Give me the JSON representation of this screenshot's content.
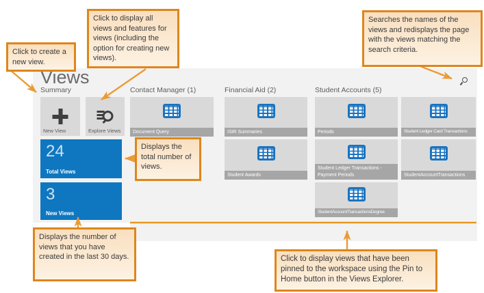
{
  "app": {
    "title": "Views",
    "summary": {
      "header": "Summary",
      "new_view_label": "New View",
      "explore_views_label": "Explore Views",
      "stats": [
        {
          "value": "24",
          "label": "Total Views"
        },
        {
          "value": "3",
          "label": "New Views"
        }
      ]
    },
    "groups": [
      {
        "header": "Contact Manager (1)",
        "tiles": [
          "Document Query"
        ]
      },
      {
        "header": "Financial Aid (2)",
        "tiles": [
          "ISIR Summaries",
          "Student Awards"
        ]
      },
      {
        "header": "Student Accounts (5)",
        "tiles": [
          "Periods",
          "Student Ledger Card Transactions",
          "Student Ledger Transactions - Payment Periods",
          "StudentAccountTransactions",
          "StudentAccountTransactionsDegree"
        ]
      }
    ],
    "icons": {
      "search": "magnifier-icon",
      "new_view": "plus-icon",
      "explore_views": "list-magnifier-icon",
      "view_tile": "table-grid-icon"
    }
  },
  "callouts": {
    "create_new_view": "Click to create a new view.",
    "explore_views": "Click to display all views and features for views (including the option for creating new views).",
    "search": "Searches the names of the views and redisplays the page with the views matching the search criteria.",
    "total_views": "Displays the total number of views.",
    "new_views": "Displays the number of views that you have created in the last 30 days.",
    "pinned_views": "Click to display views that have been pinned to the workspace using the Pin to Home button in the Views Explorer."
  },
  "colors": {
    "callout_border": "#dd861c",
    "arrow": "#eb9a33",
    "stat_tile_blue": "#0f77c0",
    "view_icon_blue": "#1a73bf",
    "tile_gray": "#d9d9d9",
    "caption_gray": "#a6a6a6",
    "app_background": "#f2f2f2"
  }
}
